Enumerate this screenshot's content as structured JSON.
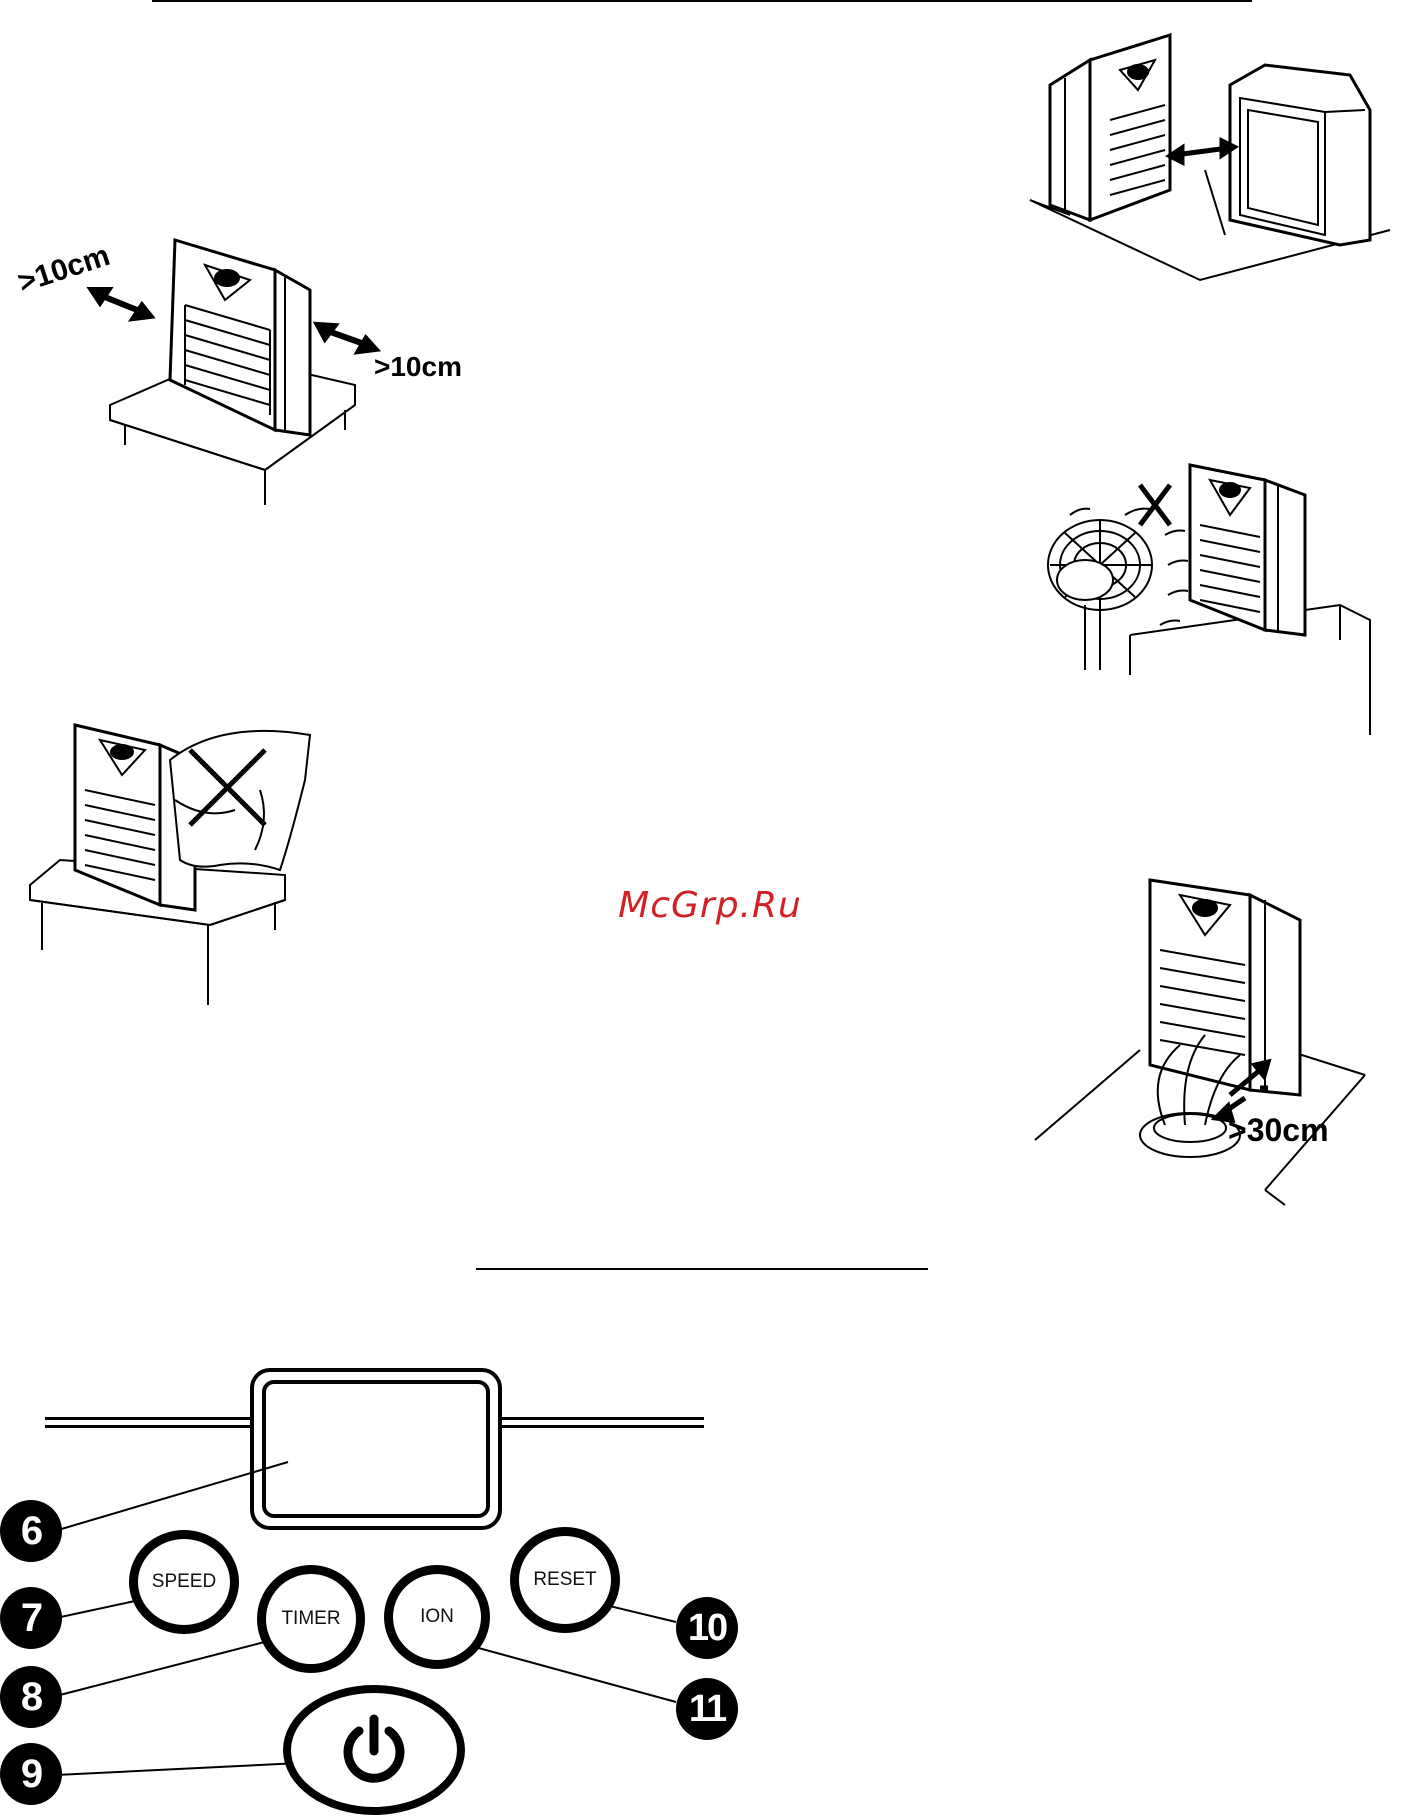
{
  "figures": {
    "spacing_left": ">10cm",
    "spacing_right": ">10cm",
    "height_clearance": ">30cm"
  },
  "watermark": "McGrp.Ru",
  "panel": {
    "buttons": {
      "speed": "SPEED",
      "timer": "TIMER",
      "ion": "ION",
      "reset": "RESET"
    },
    "callouts": {
      "display": "6",
      "speed": "7",
      "timer": "8",
      "power": "9",
      "reset": "10",
      "ion": "11"
    },
    "power_icon": "power-icon"
  }
}
